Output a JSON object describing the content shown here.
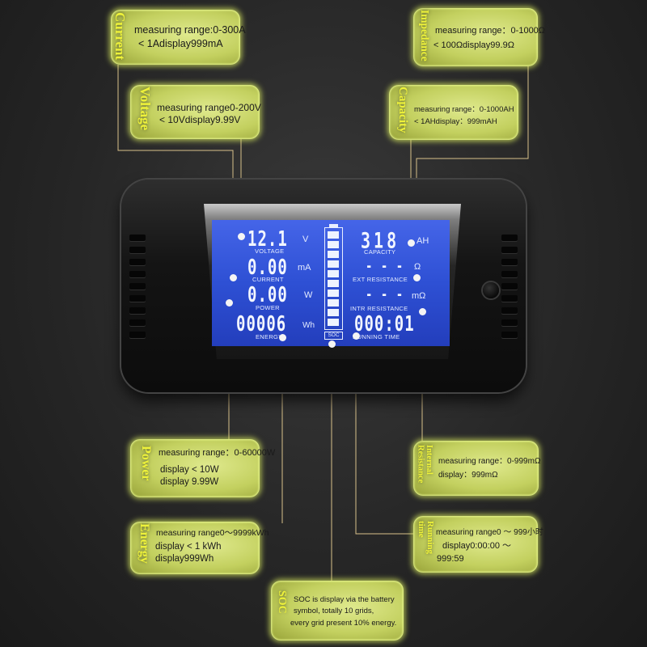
{
  "callouts": {
    "current": {
      "title": "Current",
      "line1": "measuring range:0-300A",
      "line2": "< 1Adisplay999mA"
    },
    "voltage": {
      "title": "Voltage",
      "line1": "measuring range0-200V",
      "line2": "< 10Vdisplay9.99V"
    },
    "impedance": {
      "title": "Impedance",
      "line1": "measuring range：0-1000Ω",
      "line2": "< 100Ωdisplay99.9Ω"
    },
    "capacity": {
      "title": "Capacity",
      "line1": "measuring range：0-1000AH",
      "line2": "< 1AHdisplay：999mAH"
    },
    "power": {
      "title": "Power",
      "line1": "measuring range：0-60000W",
      "line2": "display < 10W",
      "line3": "display 9.99W"
    },
    "internal": {
      "title": "Internal\nResistance",
      "line1": "measuring range：0-999mΩ",
      "line2": "display：999mΩ"
    },
    "energy": {
      "title": "Energy",
      "line1": "measuring range0～9999kWh",
      "line2": "display < 1 kWh",
      "line3": "display999Wh"
    },
    "running": {
      "title": "Running\ntime",
      "line1": "measuring range0 ～ 999小时",
      "line2": "display0:00:00 ～",
      "line3": "999:59"
    },
    "soc": {
      "title": "SOC",
      "line1": "SOC is display via the battery",
      "line2": "symbol, totally 10 grids,",
      "line3": "every grid present 10% energy."
    }
  },
  "lcd": {
    "voltage_value": "12.1",
    "voltage_unit": "V",
    "voltage_label": "VOLTAGE",
    "current_value": "0.00",
    "current_unit": "mA",
    "current_label": "CURRENT",
    "power_value": "0.00",
    "power_unit": "W",
    "power_label": "POWER",
    "energy_value": "00006",
    "energy_unit": "Wh",
    "energy_label": "ENERGY",
    "capacity_value": "318",
    "capacity_unit": "AH",
    "capacity_label": "CAPACITY",
    "ext_value": "- - -",
    "ext_unit": "Ω",
    "ext_label": "EXT RESISTANCE",
    "intr_value": "- - -",
    "intr_unit": "mΩ",
    "intr_label": "INTR RESISTANCE",
    "time_value": "000:01",
    "time_label": "RUNNING TIME",
    "soc_label": "SOC",
    "battery_level": 1.0
  },
  "colors": {
    "callout": "#c9d563",
    "title": "#eef23a",
    "lcd": "#2e50d4",
    "wire": "#d8c18a"
  }
}
